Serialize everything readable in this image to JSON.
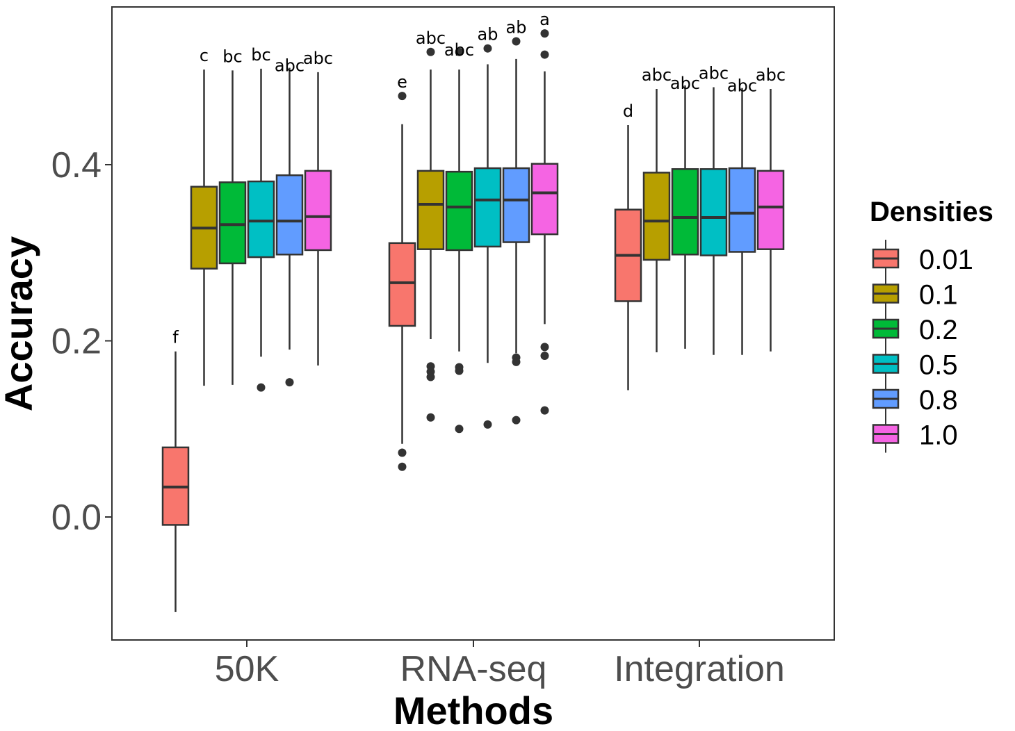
{
  "chart_data": {
    "type": "box",
    "title": "",
    "xlabel": "Methods",
    "ylabel": "Accuracy",
    "ylim": [
      -0.135,
      0.58
    ],
    "yticks": [
      0.0,
      0.2,
      0.4
    ],
    "ytick_labels": [
      "0.0",
      "0.2",
      "0.4"
    ],
    "categories": [
      "50K",
      "RNA-seq",
      "Integration"
    ],
    "grid": false,
    "legend": {
      "title": "Densities",
      "position": "right",
      "entries": [
        {
          "label": "0.01",
          "color": "#F8766D"
        },
        {
          "label": "0.1",
          "color": "#B79F00"
        },
        {
          "label": "0.2",
          "color": "#00BA38"
        },
        {
          "label": "0.5",
          "color": "#00BFC4"
        },
        {
          "label": "0.8",
          "color": "#619CFF"
        },
        {
          "label": "1.0",
          "color": "#F564E3"
        }
      ]
    },
    "boxes": [
      {
        "group": "50K",
        "density": "0.01",
        "whisker_low": -0.108,
        "q1": -0.009,
        "median": 0.034,
        "q3": 0.079,
        "whisker_high": 0.188,
        "outliers": [],
        "letter": "f"
      },
      {
        "group": "50K",
        "density": "0.1",
        "whisker_low": 0.149,
        "q1": 0.282,
        "median": 0.328,
        "q3": 0.375,
        "whisker_high": 0.508,
        "outliers": [],
        "letter": "c"
      },
      {
        "group": "50K",
        "density": "0.2",
        "whisker_low": 0.15,
        "q1": 0.288,
        "median": 0.332,
        "q3": 0.38,
        "whisker_high": 0.507,
        "outliers": [],
        "letter": "bc"
      },
      {
        "group": "50K",
        "density": "0.5",
        "whisker_low": 0.182,
        "q1": 0.295,
        "median": 0.336,
        "q3": 0.381,
        "whisker_high": 0.509,
        "outliers": [
          0.147
        ],
        "letter": "bc"
      },
      {
        "group": "50K",
        "density": "0.8",
        "whisker_low": 0.19,
        "q1": 0.298,
        "median": 0.336,
        "q3": 0.388,
        "whisker_high": 0.51,
        "outliers": [
          0.153
        ],
        "letter": "abc"
      },
      {
        "group": "50K",
        "density": "1.0",
        "whisker_low": 0.172,
        "q1": 0.303,
        "median": 0.341,
        "q3": 0.393,
        "whisker_high": 0.505,
        "outliers": [],
        "letter": "abc"
      },
      {
        "group": "RNA-seq",
        "density": "0.01",
        "whisker_low": 0.083,
        "q1": 0.217,
        "median": 0.266,
        "q3": 0.311,
        "whisker_high": 0.446,
        "outliers": [
          0.478,
          0.073,
          0.057
        ],
        "letter": "e"
      },
      {
        "group": "RNA-seq",
        "density": "0.1",
        "whisker_low": 0.202,
        "q1": 0.304,
        "median": 0.355,
        "q3": 0.393,
        "whisker_high": 0.508,
        "outliers": [
          0.528,
          0.171,
          0.165,
          0.159,
          0.113
        ],
        "letter": "abc"
      },
      {
        "group": "RNA-seq",
        "density": "0.2",
        "whisker_low": 0.188,
        "q1": 0.303,
        "median": 0.352,
        "q3": 0.392,
        "whisker_high": 0.508,
        "outliers": [
          0.528,
          0.17,
          0.166,
          0.1
        ],
        "letter": "abc"
      },
      {
        "group": "RNA-seq",
        "density": "0.5",
        "whisker_low": 0.175,
        "q1": 0.307,
        "median": 0.36,
        "q3": 0.396,
        "whisker_high": 0.514,
        "outliers": [
          0.532,
          0.105
        ],
        "letter": "ab"
      },
      {
        "group": "RNA-seq",
        "density": "0.8",
        "whisker_low": 0.186,
        "q1": 0.312,
        "median": 0.36,
        "q3": 0.396,
        "whisker_high": 0.52,
        "outliers": [
          0.54,
          0.181,
          0.176,
          0.11
        ],
        "letter": "ab"
      },
      {
        "group": "RNA-seq",
        "density": "1.0",
        "whisker_low": 0.219,
        "q1": 0.321,
        "median": 0.368,
        "q3": 0.401,
        "whisker_high": 0.506,
        "outliers": [
          0.549,
          0.525,
          0.193,
          0.183,
          0.121
        ],
        "letter": "a"
      },
      {
        "group": "Integration",
        "density": "0.01",
        "whisker_low": 0.144,
        "q1": 0.245,
        "median": 0.297,
        "q3": 0.349,
        "whisker_high": 0.445,
        "outliers": [],
        "letter": "d"
      },
      {
        "group": "Integration",
        "density": "0.1",
        "whisker_low": 0.187,
        "q1": 0.292,
        "median": 0.336,
        "q3": 0.391,
        "whisker_high": 0.486,
        "outliers": [],
        "letter": "abc"
      },
      {
        "group": "Integration",
        "density": "0.2",
        "whisker_low": 0.191,
        "q1": 0.298,
        "median": 0.34,
        "q3": 0.395,
        "whisker_high": 0.49,
        "outliers": [],
        "letter": "abc"
      },
      {
        "group": "Integration",
        "density": "0.5",
        "whisker_low": 0.184,
        "q1": 0.297,
        "median": 0.34,
        "q3": 0.395,
        "whisker_high": 0.488,
        "outliers": [],
        "letter": "abc"
      },
      {
        "group": "Integration",
        "density": "0.8",
        "whisker_low": 0.184,
        "q1": 0.301,
        "median": 0.345,
        "q3": 0.396,
        "whisker_high": 0.487,
        "outliers": [],
        "letter": "abc"
      },
      {
        "group": "Integration",
        "density": "1.0",
        "whisker_low": 0.188,
        "q1": 0.304,
        "median": 0.352,
        "q3": 0.393,
        "whisker_high": 0.486,
        "outliers": [],
        "letter": "abc"
      }
    ]
  }
}
